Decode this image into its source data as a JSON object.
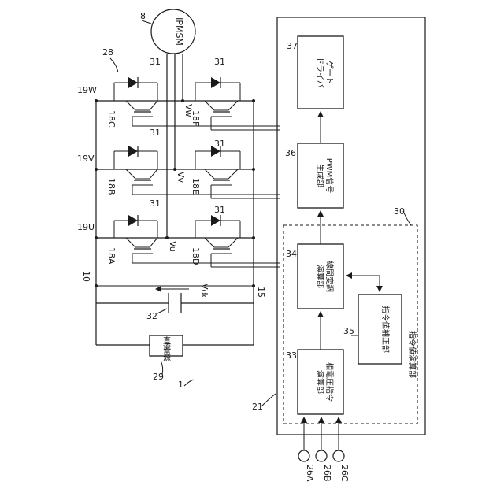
{
  "motor": {
    "label": "IPMSM",
    "ref": "8"
  },
  "labels": {
    "inverter": "28",
    "diode_w1": "31",
    "diode_w2": "31",
    "diode_v1": "31",
    "diode_v2": "31",
    "diode_u1": "31",
    "diode_u2": "31",
    "arm_w": "19W",
    "arm_v": "19V",
    "arm_u": "19U",
    "sw_18c": "18C",
    "sw_18f": "18F",
    "sw_18b": "18B",
    "sw_18e": "18E",
    "sw_18a": "18A",
    "sw_18d": "18D",
    "vw": "Vw",
    "vv": "Vv",
    "vu": "Vu",
    "bus_pos": "10",
    "bus_neg": "15",
    "vdc": "Vdc",
    "capacitor": "32",
    "dc_source_ref": "29",
    "system": "1",
    "controller": "21",
    "command_calc_ref": "30",
    "in_a": "26A",
    "in_b": "26B",
    "in_c": "26C"
  },
  "blocks": {
    "gate_driver": {
      "ref": "37",
      "line1": "ゲート",
      "line2": "ドライバ"
    },
    "pwm": {
      "ref": "36",
      "line1": "PWM信号",
      "line2": "生成部"
    },
    "mod": {
      "ref": "34",
      "line1": "線間変調",
      "line2": "演算部"
    },
    "phase_cmd": {
      "ref": "33",
      "line1": "相電圧指令",
      "line2": "演算部"
    },
    "corr": {
      "ref": "35",
      "line1": "指令値補正部"
    },
    "cmd_calc": {
      "line1": "指令値演算部"
    },
    "dc_source": {
      "line1": "直",
      "line2": "流",
      "line3": "電",
      "line4": "源"
    }
  }
}
